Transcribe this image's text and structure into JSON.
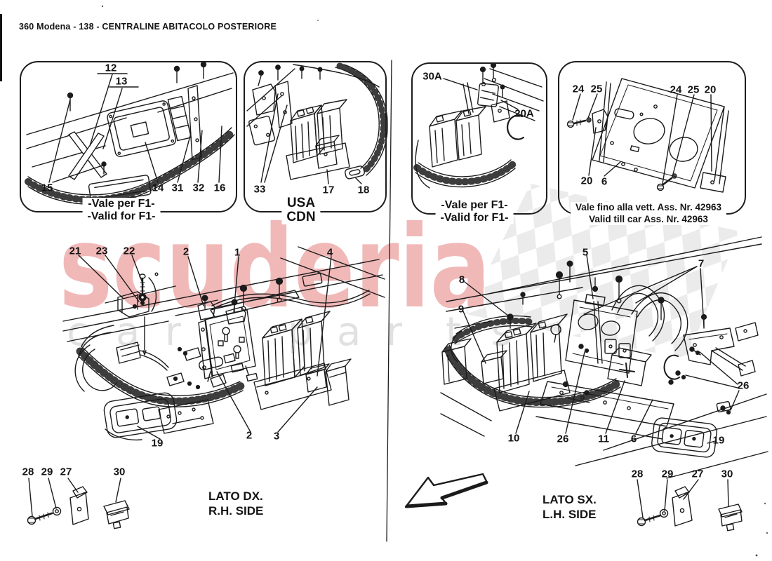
{
  "header": {
    "title": "360 Modena - 138 - CENTRALINE ABITACOLO POSTERIORE"
  },
  "watermark": {
    "brand": "scuderia",
    "letters": [
      "c",
      "a",
      "r",
      "p",
      "a",
      "r",
      "t",
      "s"
    ],
    "brand_color": "#f1b8b8",
    "letters_color": "#dcdcdc",
    "checker_color": "#e9e9e9"
  },
  "insets": [
    {
      "name": "f1-left",
      "caption": [
        "-Vale per F1-",
        "-Valid for F1-"
      ],
      "callouts": [
        "12",
        "13",
        "15",
        "14",
        "31",
        "32",
        "16"
      ]
    },
    {
      "name": "usa-cdn",
      "caption": [
        "USA",
        "CDN"
      ],
      "callouts": [
        "33",
        "17",
        "18"
      ]
    },
    {
      "name": "f1-right",
      "caption": [
        "-Vale per F1-",
        "-Valid for F1-"
      ],
      "callouts": [
        "30A",
        "20A"
      ]
    },
    {
      "name": "valid-till",
      "caption": [
        "Vale fino alla vett. Ass. Nr. 42963",
        "Valid till car Ass. Nr. 42963"
      ],
      "callouts": [
        "24",
        "25",
        "24",
        "25",
        "20",
        "20",
        "6"
      ]
    }
  ],
  "main_left": {
    "side": [
      "LATO DX.",
      "R.H. SIDE"
    ],
    "callouts": [
      "21",
      "23",
      "22",
      "2",
      "1",
      "4",
      "19",
      "2",
      "3"
    ],
    "hardware": [
      "28",
      "29",
      "27",
      "30"
    ]
  },
  "main_right": {
    "side": [
      "LATO SX.",
      "L.H. SIDE"
    ],
    "callouts": [
      "8",
      "9",
      "5",
      "7",
      "26",
      "10",
      "26",
      "11",
      "6",
      "19"
    ],
    "hardware": [
      "28",
      "29",
      "27",
      "30"
    ]
  }
}
